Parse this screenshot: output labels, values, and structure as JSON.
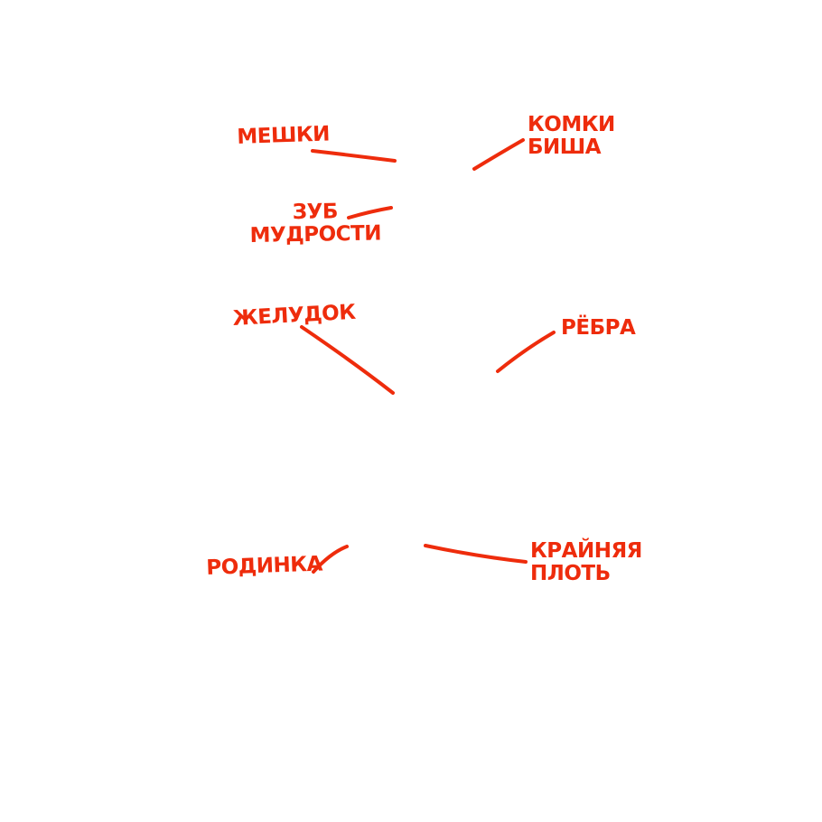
{
  "colors": {
    "ink": "#ee2c0c",
    "background": "#ffffff"
  },
  "labels": {
    "meshki": "МЕШКИ",
    "komki_line1": "КОМКИ",
    "komki_line2": "БИША",
    "zub_line1": "ЗУБ",
    "zub_line2": "МУДРОСТИ",
    "zheludok": "ЖЕЛУДОК",
    "rebra": "РЁБРА",
    "rodinka": "РОДИНКА",
    "plot_line1": "КРАЙНЯЯ",
    "plot_line2": "ПЛОТЬ"
  }
}
